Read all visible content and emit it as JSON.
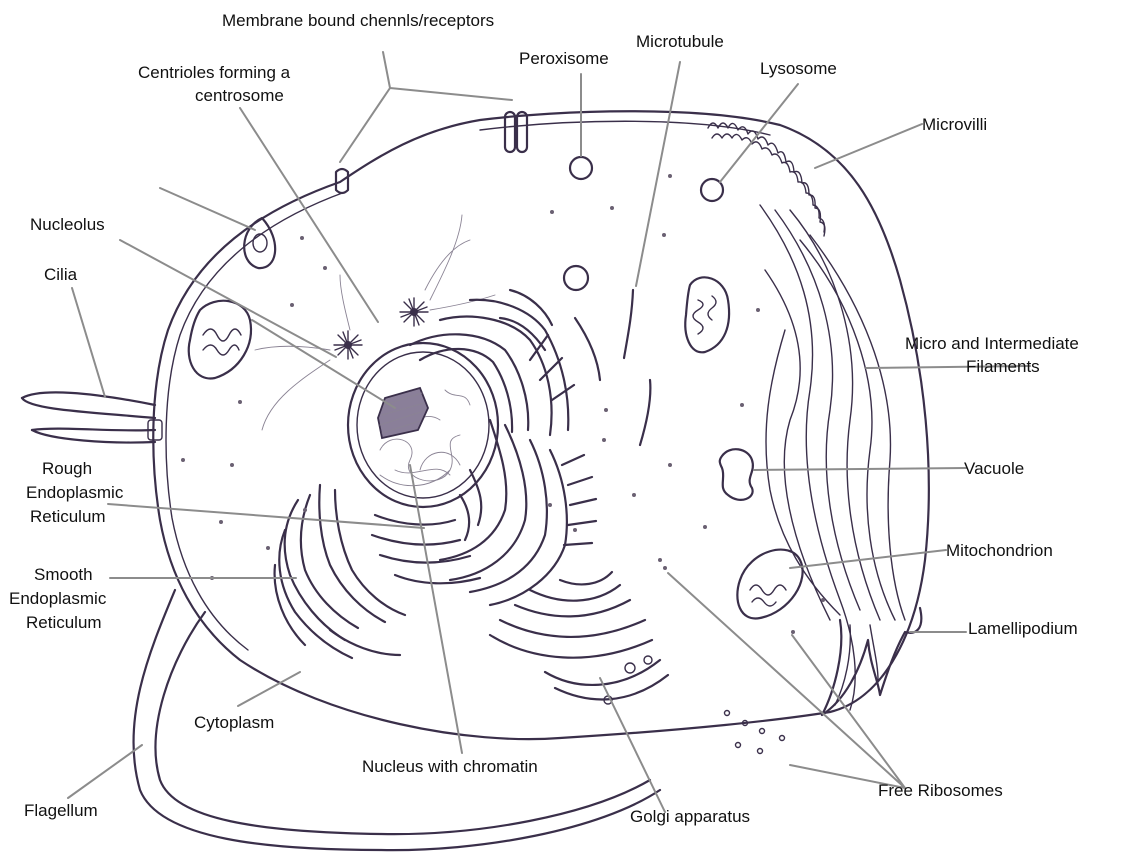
{
  "labels": {
    "membrane_channels": "Membrane bound chennls/receptors",
    "centrioles_1": "Centrioles forming a",
    "centrioles_2": "centrosome",
    "peroxisome": "Peroxisome",
    "microtubule": "Microtubule",
    "lysosome": "Lysosome",
    "microvilli": "Microvilli",
    "nucleolus": "Nucleolus",
    "cilia": "Cilia",
    "micro_filaments_1": "Micro and Intermediate",
    "micro_filaments_2": "Filaments",
    "vacuole": "Vacuole",
    "rough_er_1": "Rough",
    "rough_er_2": "Endoplasmic",
    "rough_er_3": "Reticulum",
    "smooth_er_1": "Smooth",
    "smooth_er_2": "Endoplasmic",
    "smooth_er_3": "Reticulum",
    "mitochondrion": "Mitochondrion",
    "lamellipodium": "Lamellipodium",
    "cytoplasm": "Cytoplasm",
    "nucleus": "Nucleus with chromatin",
    "flagellum": "Flagellum",
    "free_ribosomes": "Free Ribosomes",
    "golgi": "Golgi apparatus"
  },
  "colors": {
    "ink": "#3a2f4a",
    "leader": "#8c8c8c",
    "text": "#111111"
  }
}
